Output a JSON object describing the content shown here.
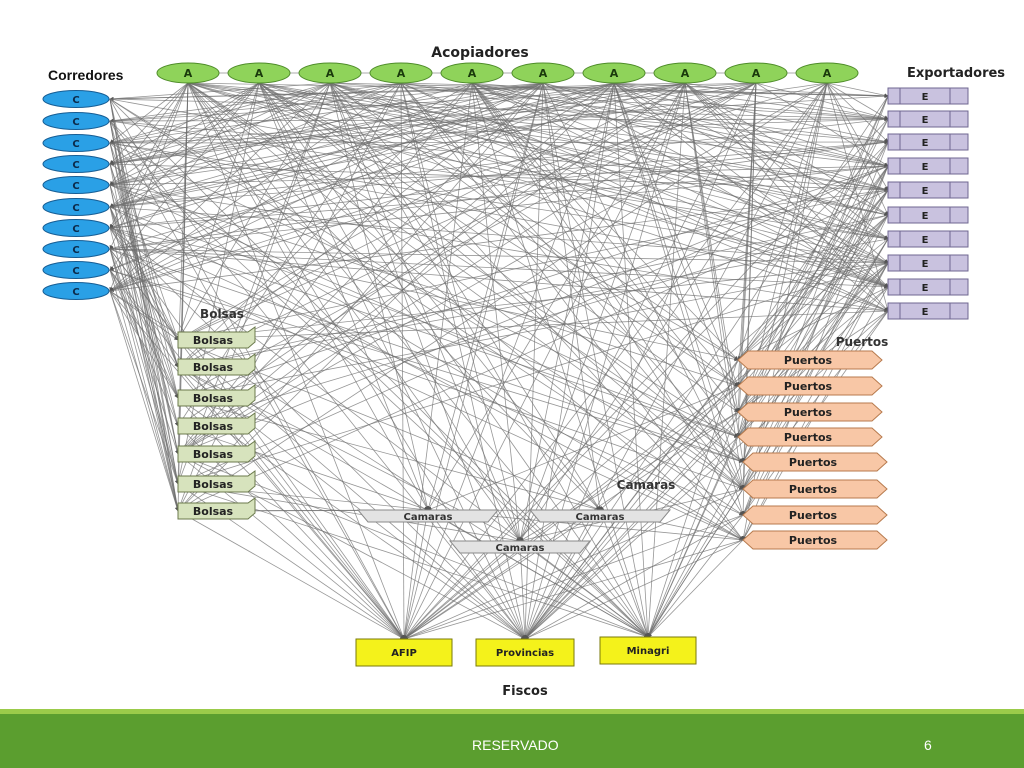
{
  "groups": {
    "acopiadores": {
      "title": "Acopiadores",
      "node_label": "A",
      "count": 10,
      "fill": "#8fd35a",
      "stroke": "#4f8d2a"
    },
    "corredores": {
      "title": "Corredores",
      "node_label": "C",
      "count": 10,
      "fill": "#2aa0e6",
      "stroke": "#165d94"
    },
    "exportadores": {
      "title": "Exportadores",
      "node_label": "E",
      "count": 10,
      "fill": "#c9c2df",
      "stroke": "#6f6790"
    },
    "bolsas": {
      "title": "Bolsas",
      "node_label": "Bolsas",
      "count": 7,
      "fill": "#d7e3bd",
      "stroke": "#6b7a4c"
    },
    "puertos": {
      "title": "Puertos",
      "node_label": "Puertos",
      "count": 8,
      "fill": "#f8c7a6",
      "stroke": "#b77a4d"
    },
    "camaras": {
      "title": "Camaras",
      "node_label": "Camaras",
      "count": 3,
      "fill": "#e3e3e3",
      "stroke": "#8a8a8a"
    },
    "fiscos": {
      "title": "Fiscos",
      "nodes": [
        "AFIP",
        "Provincias",
        "Minagri"
      ],
      "fill": "#f4f21b",
      "stroke": "#7a7a0a"
    }
  },
  "footer": {
    "label": "RESERVADO",
    "page": "6"
  },
  "colors": {
    "edge": "#6e6e6e",
    "footer_bg": "#5b9e2f",
    "footer_line": "#9bcb4a"
  }
}
